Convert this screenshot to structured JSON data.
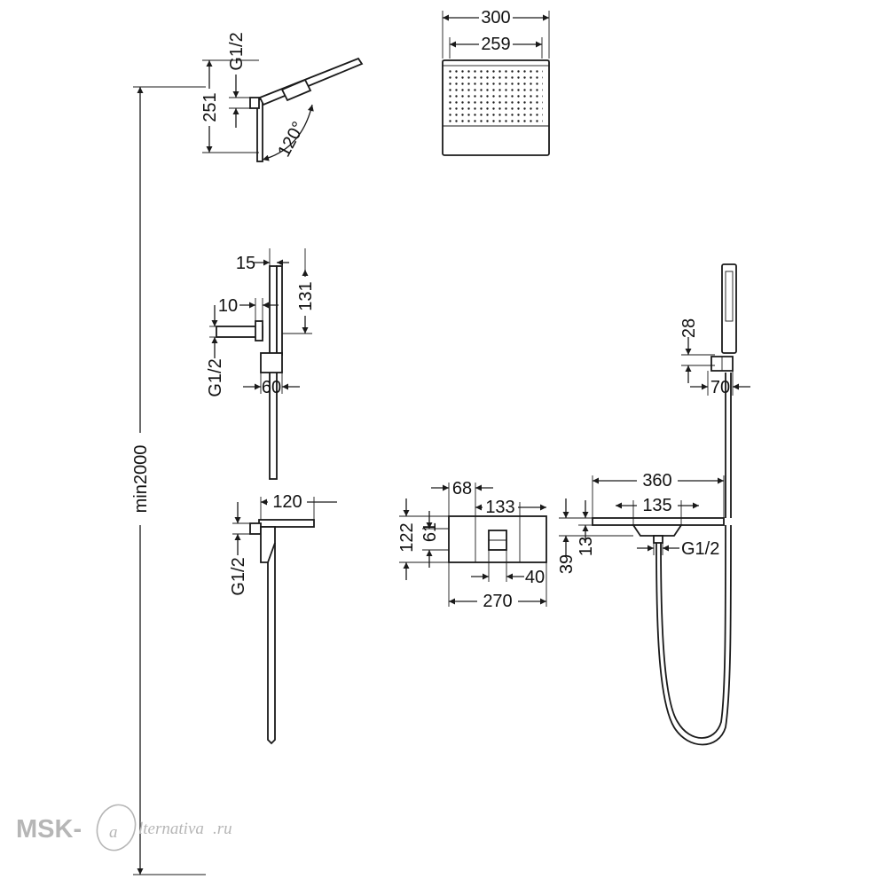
{
  "dimensions": {
    "head_width": "300",
    "head_inner_width": "259",
    "arm_thread": "G1/2",
    "arm_height": "251",
    "arm_angle": "120°",
    "total_height": "min2000",
    "rail_depth": "15",
    "rail_offset": "10",
    "rail_top": "131",
    "rail_thread": "G1/2",
    "rail_mount": "60",
    "spout_thread": "G1/2",
    "spout_depth": "120",
    "panel_offset": "68",
    "panel_inner_width": "133",
    "panel_height": "122",
    "panel_inner_height": "61",
    "panel_handle": "40",
    "panel_width": "270",
    "holder_height": "28",
    "holder_width": "70",
    "spout_length": "360",
    "spout_outlet": "135",
    "spout_height": "39",
    "spout_thickness": "13",
    "hose_thread": "G1/2"
  },
  "watermark": {
    "brand": "MSK-",
    "logo_letter": "a",
    "rest": "lternativa",
    "domain": ".ru"
  }
}
